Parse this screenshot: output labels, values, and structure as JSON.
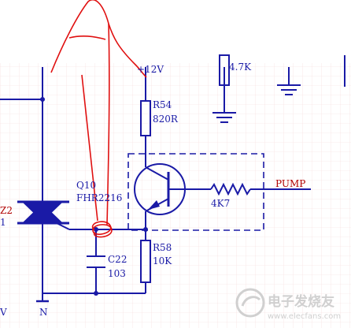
{
  "schematic": {
    "supply_label": "+12V",
    "resistor_top": {
      "ref": "R54",
      "value": "820R"
    },
    "transistor": {
      "ref": "Q10",
      "part": "FHR2216"
    },
    "base_resistor": {
      "value": "4K7"
    },
    "output_net": "PUMP",
    "capacitor": {
      "ref": "C22",
      "value": "103"
    },
    "resistor_bottom": {
      "ref": "R58",
      "value": "10K"
    },
    "neutral_label": "N",
    "partial_resistor_value": "4.7K",
    "triac_label_fragment_1": "Z2",
    "triac_label_fragment_2": "1",
    "fragment_left_bottom": "V"
  },
  "watermark": {
    "text": "电子发烧友",
    "url": "www.elecfans.com"
  },
  "colors": {
    "wire": "#1a1aa6",
    "net_label": "#b00000",
    "grid": "#f3d6d6",
    "annotation": "#e01010",
    "watermark": "#c8c8c8"
  }
}
